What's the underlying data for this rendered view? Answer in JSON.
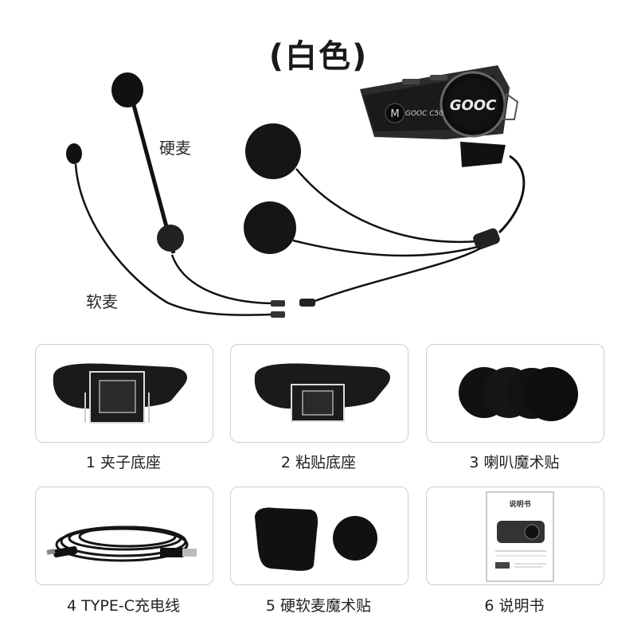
{
  "title": "(白色)",
  "hero": {
    "hard_mic_label": "硬麦",
    "soft_mic_label": "软麦",
    "device_logo": "GOOC",
    "device_model": "GOOC C50",
    "device_button_letter": "M"
  },
  "items": [
    {
      "caption": "1 夹子底座"
    },
    {
      "caption": "2 粘贴底座"
    },
    {
      "caption": "3 喇叭魔术贴"
    },
    {
      "caption": "4 TYPE-C充电线"
    },
    {
      "caption": "5 硬软麦魔术贴"
    },
    {
      "caption": "6 说明书"
    }
  ],
  "manual": {
    "title": "说明书"
  }
}
